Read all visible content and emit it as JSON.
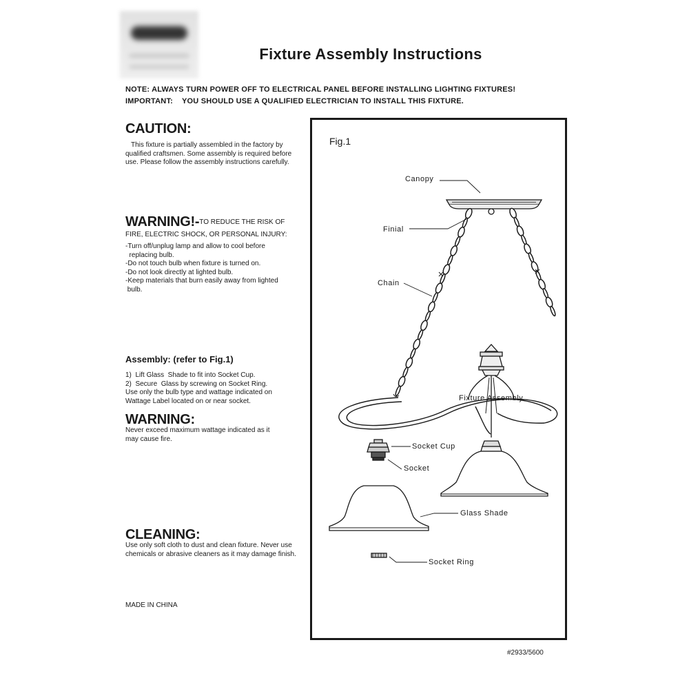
{
  "document": {
    "title": "Fixture Assembly Instructions",
    "note": "NOTE: ALWAYS TURN POWER OFF TO ELECTRICAL PANEL BEFORE INSTALLING LIGHTING FIXTURES!",
    "important_label": "IMPORTANT:",
    "important_text": "YOU SHOULD USE A QUALIFIED ELECTRICIAN TO INSTALL THIS FIXTURE.",
    "made_in": "MADE IN CHINA",
    "part_number": "#2933/5600"
  },
  "caution": {
    "heading": "CAUTION:",
    "body": "This fixture is partially assembled in the factory by qualified craftsmen. Some assembly is required before use. Please follow the assembly instructions carefully."
  },
  "warning1": {
    "heading": "WARNING!-",
    "inline_text": "TO REDUCE THE RISK OF",
    "continuation": "FIRE, ELECTRIC SHOCK, OR PERSONAL INJURY:",
    "items": [
      "-Turn off/unplug lamp and allow to cool before",
      "  replacing bulb.",
      "-Do not touch bulb when fixture is turned on.",
      "-Do not look directly at lighted bulb.",
      "-Keep materials that burn easily away from lighted",
      " bulb."
    ]
  },
  "assembly": {
    "heading": "Assembly: (refer to Fig.1)",
    "steps": [
      "1)  Lift Glass  Shade to fit into Socket Cup.",
      "2)  Secure  Glass by screwing on Socket Ring.",
      "Use only the bulb type and wattage indicated on",
      "Wattage Label located on or near socket."
    ]
  },
  "warning2": {
    "heading": "WARNING:",
    "body": "Never exceed maximum wattage indicated as it may cause fire."
  },
  "cleaning": {
    "heading": "CLEANING:",
    "body": "Use only soft cloth to dust and clean fixture.  Never use chemicals or abrasive cleaners as it may damage finish."
  },
  "figure": {
    "fig_label": "Fig.1",
    "parts": {
      "canopy": "Canopy",
      "finial": "Finial",
      "chain": "Chain",
      "fixture_assembly": "Fixture Assembly",
      "socket_cup": "Socket Cup",
      "socket": "Socket",
      "glass_shade": "Glass Shade",
      "socket_ring": "Socket Ring"
    }
  }
}
